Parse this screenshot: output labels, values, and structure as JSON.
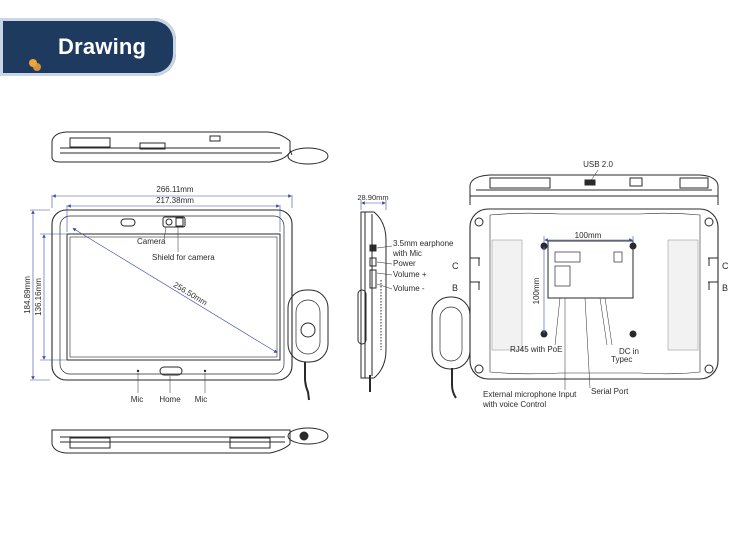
{
  "header": {
    "title": "Drawing"
  },
  "front_view": {
    "width_outer": "266.11mm",
    "width_screen": "217.38mm",
    "height_outer": "184.89mm",
    "height_screen": "136.16mm",
    "diagonal": "256.50mm",
    "camera_label": "Camera",
    "shield_label": "Shield for camera",
    "mic_left_label": "Mic",
    "home_label": "Home",
    "mic_right_label": "Mic"
  },
  "side_view": {
    "thickness": "28.90mm",
    "earphone_label_1": "3.5mm earphone",
    "earphone_label_2": "with Mic",
    "power_label": "Power",
    "volume_up_label": "Volume +",
    "volume_down_label": "Volume -"
  },
  "back_view": {
    "usb_label": "USB 2.0",
    "vesa_width": "100mm",
    "vesa_height": "100mm",
    "section_c": "C",
    "section_b": "B",
    "rj45_label": "RJ45 with PoE",
    "dc_label_1": "DC in",
    "dc_label_2": "Typec",
    "mic_input_label_1": "External microphone Input",
    "mic_input_label_2": "with voice Control",
    "serial_label": "Serial Port"
  },
  "colors": {
    "header_bg": "#1f3a5f",
    "accent": "#f2a33a",
    "line": "#2a2a2a",
    "dimension": "#3b4aa8"
  }
}
